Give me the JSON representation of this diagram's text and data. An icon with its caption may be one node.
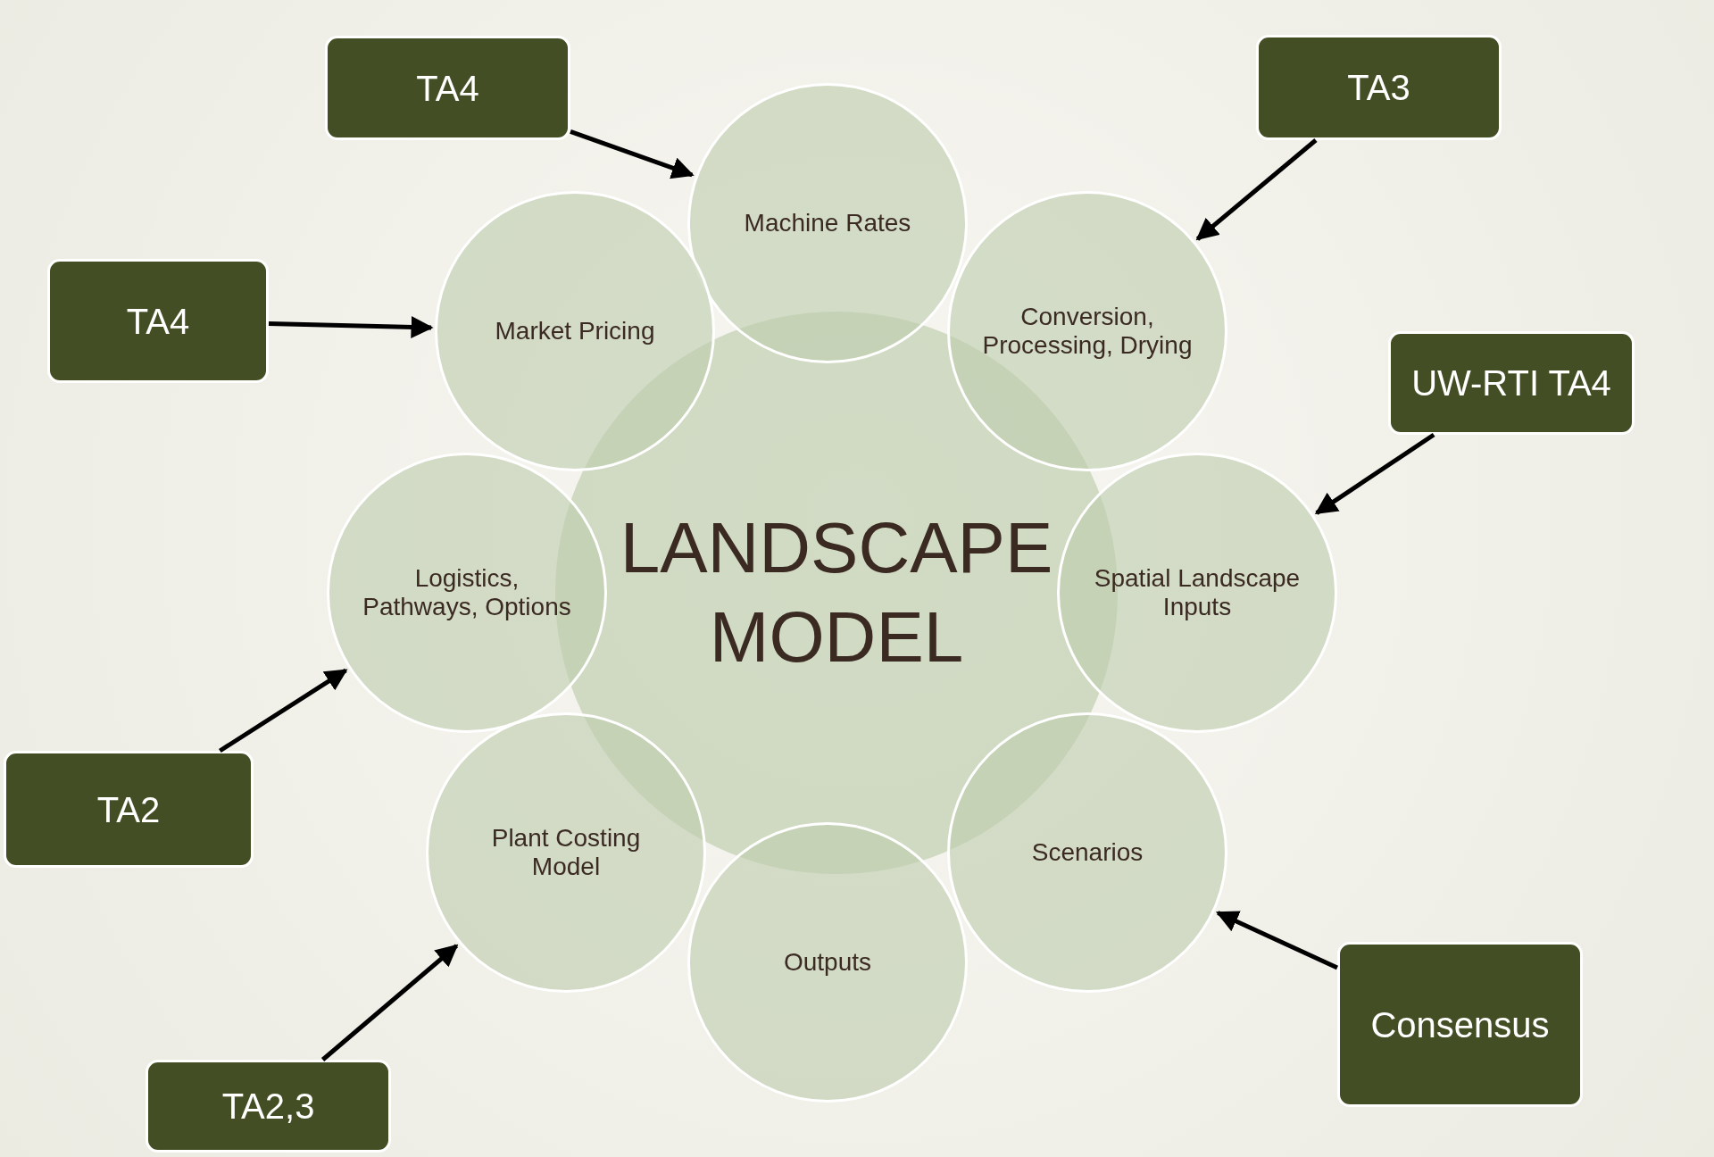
{
  "diagram": {
    "nodes": [
      {
        "text": [
          "TA4"
        ]
      },
      {
        "text": [
          "TA3"
        ]
      },
      {
        "text": [
          "Machine Rates"
        ]
      },
      {
        "text": [
          "TA4"
        ]
      },
      {
        "text": [
          "Market Pricing"
        ]
      },
      {
        "text": [
          "Conversion, Processing, Drying"
        ]
      },
      {
        "text": [
          "UW-RTI TA4"
        ]
      },
      {
        "text": [
          "LANDSCAPE MODEL"
        ]
      },
      {
        "text": [
          "Logistics, Pathways, Options"
        ]
      },
      {
        "text": [
          "Spatial Landscape Inputs"
        ]
      },
      {
        "text": [
          "TA2"
        ]
      },
      {
        "text": [
          "Plant Costing Model"
        ]
      },
      {
        "text": [
          "Scenarios"
        ]
      },
      {
        "text": [
          "Outputs"
        ]
      },
      {
        "text": [
          "Consensus"
        ]
      },
      {
        "text": [
          "TA2,3"
        ]
      }
    ],
    "edges": [
      {
        "from": 0,
        "to": 2,
        "arrow": "to"
      },
      {
        "from": 1,
        "to": 5,
        "arrow": "to"
      },
      {
        "from": 3,
        "to": 4,
        "arrow": "to"
      },
      {
        "from": 6,
        "to": 9,
        "arrow": "to"
      },
      {
        "from": 10,
        "to": 8,
        "arrow": "to"
      },
      {
        "from": 15,
        "to": 11,
        "arrow": "to"
      },
      {
        "from": 14,
        "to": 12,
        "arrow": "to"
      }
    ]
  }
}
